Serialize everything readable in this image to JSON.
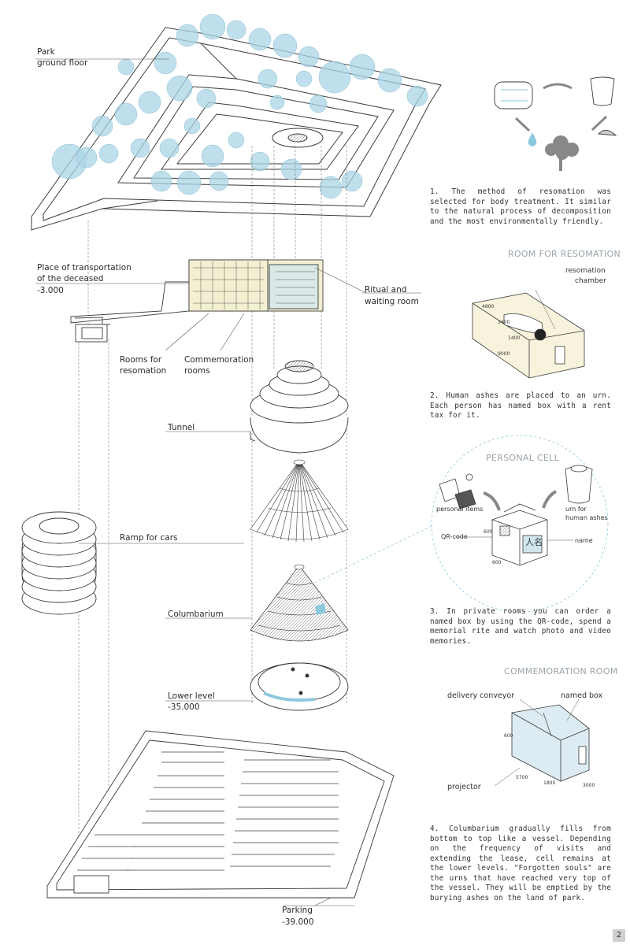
{
  "labels": {
    "park": "Park",
    "ground_floor": "ground floor",
    "transport_1": "Place of transportation",
    "transport_2": "of the deceased",
    "transport_level": "-3.000",
    "ritual_1": "Ritual and",
    "ritual_2": "waiting room",
    "resomation_rooms_1": "Rooms for",
    "resomation_rooms_2": "resomation",
    "commemoration_rooms_1": "Commemoration",
    "commemoration_rooms_2": "rooms",
    "tunnel": "Tunnel",
    "ramp": "Ramp for cars",
    "columbarium": "Columbarium",
    "lower_level": "Lower level",
    "lower_level_value": "-35.000",
    "parking": "Parking",
    "parking_value": "-39.000"
  },
  "paragraphs": {
    "p1": "1. The method of resomation was selected for body treatment. It similar to the natural process of decomposition and the most environmentally friendly.",
    "p2": "2. Human ashes are placed to an urn. Each person has named box with a rent tax for it.",
    "p3": "3. In private rooms you can order a named box by using the QR-code, spend a memorial rite and watch photo and video memories.",
    "p4": "4. Columbarium gradually fills from bottom to top like a vessel. Depending on the frequency of visits and extending the lease, cell remains at the lower levels. \"Forgotten souls\" are the urns that have reached very top of the vessel. They will be emptied by the burying ashes on the land of park."
  },
  "headers": {
    "room_resomation": "ROOM FOR RESOMATION",
    "personal_cell": "PERSONAL CELL",
    "commemoration_room": "COMMEMORATION ROOM"
  },
  "small_labels": {
    "resomation_chamber_1": "resomation",
    "resomation_chamber_2": "chamber",
    "personal_items": "personal items",
    "urn_1": "urn for",
    "urn_2": "human ashes",
    "qr_code": "QR-code",
    "name": "name",
    "box_glyph": "人名",
    "delivery_conveyor": "delivery conveyor",
    "named_box": "named box",
    "projector": "projector"
  },
  "dimensions": {
    "d1": "4800",
    "d2": "3400",
    "d3": "1400",
    "d4": "9000",
    "d5": "600",
    "d6": "600",
    "d7": "600",
    "d8": "5700",
    "d9": "3000",
    "d10": "1800"
  },
  "page_number": "2",
  "colors": {
    "line": "#3a3a3a",
    "tree": "#a9d4e6",
    "accent_blue": "#8ec8dd",
    "room_yellow": "#f3f0d2",
    "heading_gray": "#9aa4ab"
  }
}
